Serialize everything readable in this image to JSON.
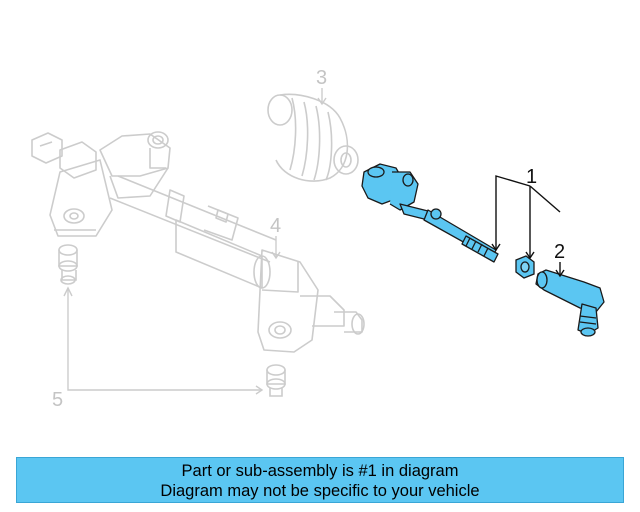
{
  "callouts": {
    "c1": "1",
    "c2": "2",
    "c3": "3",
    "c4": "4",
    "c5": "5"
  },
  "banner": {
    "line1": "Part or sub-assembly is #1 in diagram",
    "line2": "Diagram may not be specific to your vehicle"
  },
  "colors": {
    "highlight": "#5bc6f2",
    "ghost": "#cccccc",
    "outline": "#1a1a1a"
  }
}
